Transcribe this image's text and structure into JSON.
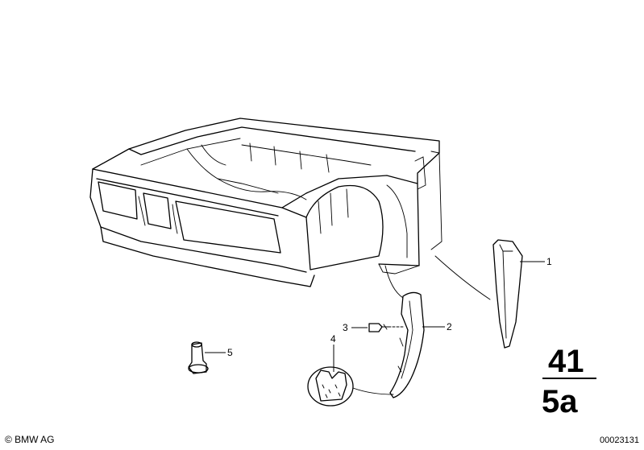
{
  "callouts": {
    "c1": "1",
    "c2": "2",
    "c3": "3",
    "c4": "4",
    "c5": "5"
  },
  "group": {
    "main": "41",
    "sub": "5a"
  },
  "footer": {
    "copyright": "© BMW AG",
    "diagram_id": "00023131"
  }
}
